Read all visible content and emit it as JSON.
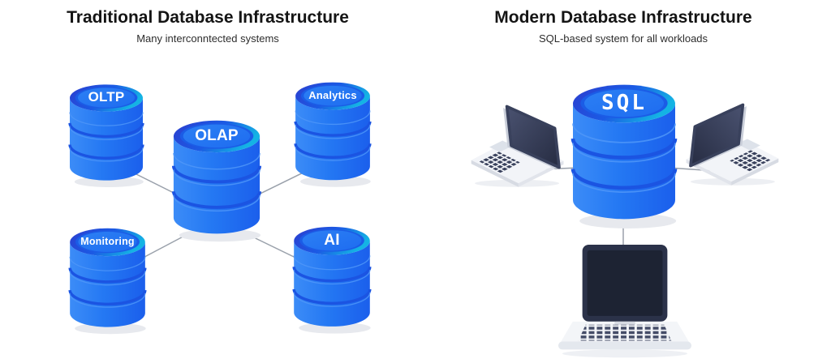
{
  "left_panel": {
    "title": "Traditional Database Infrastructure",
    "subtitle": "Many interconntected systems",
    "databases": [
      {
        "id": "oltp",
        "label": "OLTP"
      },
      {
        "id": "olap",
        "label": "OLAP"
      },
      {
        "id": "analytics",
        "label": "Analytics"
      },
      {
        "id": "monitoring",
        "label": "Monitoring"
      },
      {
        "id": "ai",
        "label": "AI"
      }
    ],
    "connections": [
      {
        "from": "olap",
        "to": "oltp"
      },
      {
        "from": "olap",
        "to": "analytics"
      },
      {
        "from": "olap",
        "to": "monitoring"
      },
      {
        "from": "olap",
        "to": "ai"
      }
    ]
  },
  "right_panel": {
    "title": "Modern Database Infrastructure",
    "subtitle": "SQL-based system for all workloads",
    "database": {
      "id": "sql",
      "label": "SQL"
    },
    "clients": [
      {
        "id": "laptop-left",
        "type": "laptop"
      },
      {
        "id": "laptop-right",
        "type": "laptop"
      },
      {
        "id": "laptop-bottom",
        "type": "laptop"
      }
    ],
    "connections": [
      {
        "from": "sql",
        "to": "laptop-left"
      },
      {
        "from": "sql",
        "to": "laptop-right"
      },
      {
        "from": "sql",
        "to": "laptop-bottom"
      }
    ]
  },
  "colors": {
    "background": "#ffffff",
    "database_blue": "#2277f2",
    "database_dark_seam": "#1b54e2",
    "database_cyan_accent": "#14b3e4",
    "database_label_text": "#ffffff",
    "title_text": "#141414",
    "subtitle_text": "#2d2d2d",
    "connector_gray": "#9aa1ab",
    "laptop_screen_navy": "#39415c",
    "laptop_body_gray": "#f2f4f8"
  }
}
